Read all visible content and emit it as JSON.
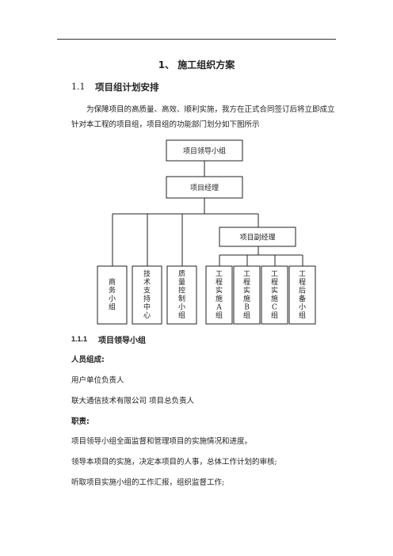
{
  "heading1": "1、 施工组织方案",
  "section": {
    "number": "1.1",
    "title": "项目组计划安排"
  },
  "intro_line1": "为保障项目的高质量、高效、顺利实施，我方在正式合同签订后将立即成立",
  "intro_line2": "针对本工程的项目组，项目组的功能部门划分如下图所示",
  "org_chart": {
    "top": "项目领导小组",
    "manager": "项目经理",
    "deputy": "项目副经理",
    "groups": [
      "商务小组",
      "技术支持中心",
      "质量控制小组",
      "工程实施A组",
      "工程实施B组",
      "工程实施C组",
      "工程后备小组"
    ]
  },
  "subsection": {
    "number": "1.1.1",
    "title": "项目领导小组"
  },
  "members_label": "人员组成:",
  "member1": "用户单位负责人",
  "member2": "联大通信技术有限公司  项目总负责人",
  "duties_label": "职责:",
  "duty1": "项目领导小组全面监督和管理项目的实施情况和进度。",
  "duty2": "领导本项目的实施，决定本项目的人事，总体工作计划的审核;",
  "duty3": "听取项目实施小组的工作汇报，组织监督工作;"
}
